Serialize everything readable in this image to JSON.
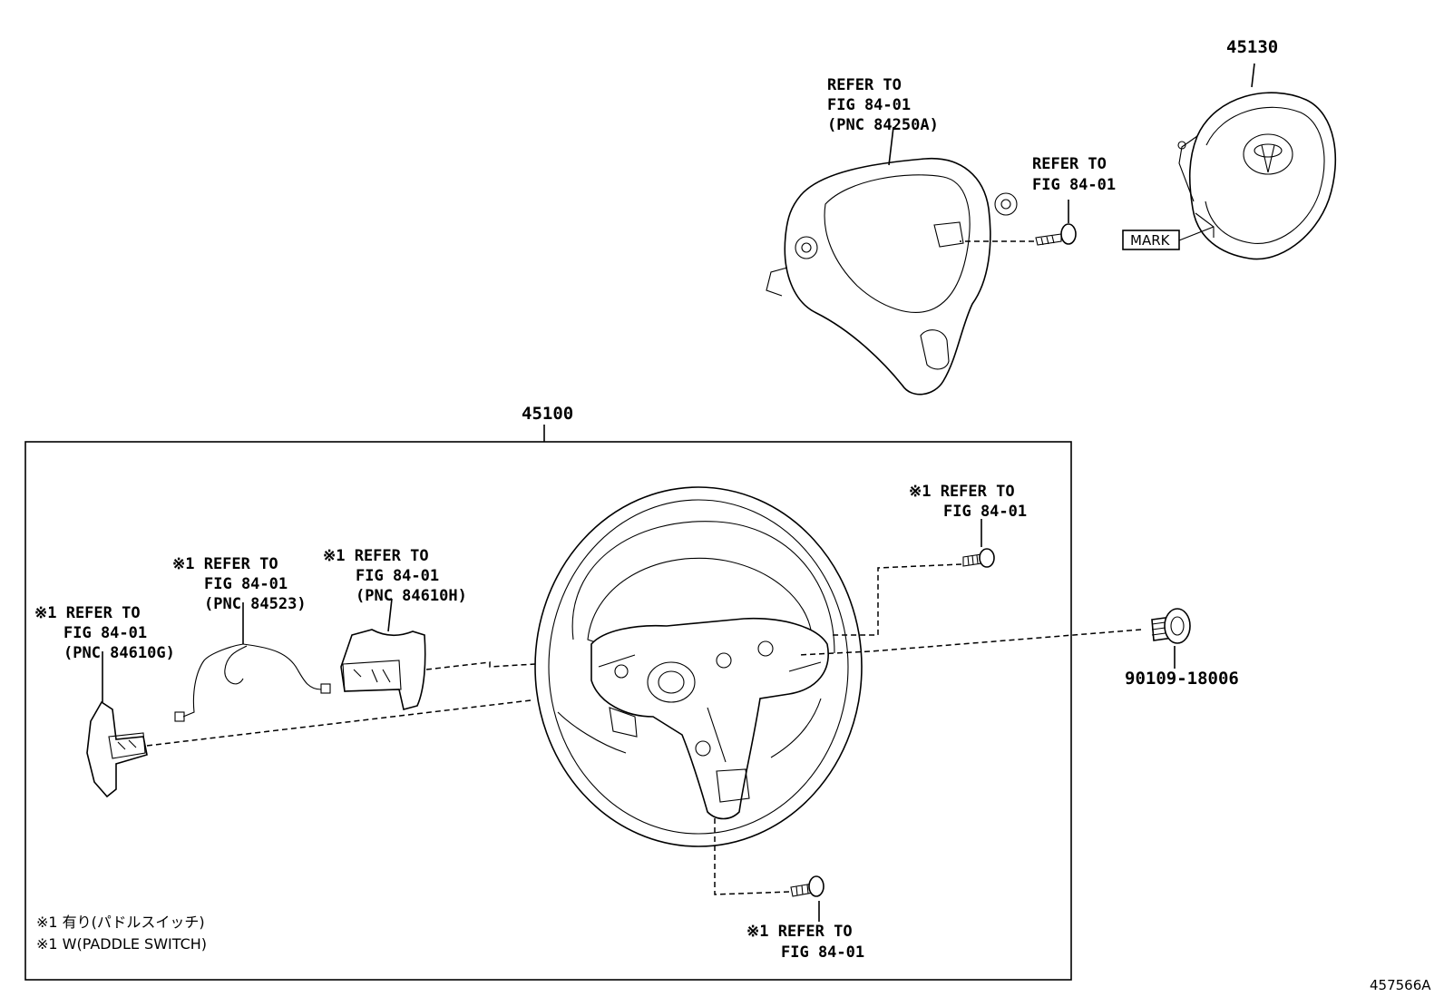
{
  "part_numbers": {
    "airbag": "45130",
    "wheel_assy": "45100",
    "bolt": "90109-18006"
  },
  "mark_label": "MARK",
  "callouts": {
    "wheel_cover": [
      "REFER TO",
      "FIG 84-01",
      "(PNC 84250A)"
    ],
    "cover_screw": [
      "REFER TO",
      "FIG 84-01"
    ],
    "right_screw": [
      "※1 REFER TO",
      "FIG 84-01"
    ],
    "harness": [
      "※1 REFER TO",
      "FIG 84-01",
      "(PNC 84523)"
    ],
    "right_paddle": [
      "※1 REFER TO",
      "FIG 84-01",
      "(PNC 84610H)"
    ],
    "left_paddle": [
      "※1 REFER TO",
      "FIG 84-01",
      "(PNC 84610G)"
    ],
    "bottom_screw": [
      "※1 REFER TO",
      "FIG 84-01"
    ]
  },
  "notes": [
    "※1 有り(パドルスイッチ)",
    "※1 W(PADDLE SWITCH)"
  ],
  "figure_id": "457566A"
}
